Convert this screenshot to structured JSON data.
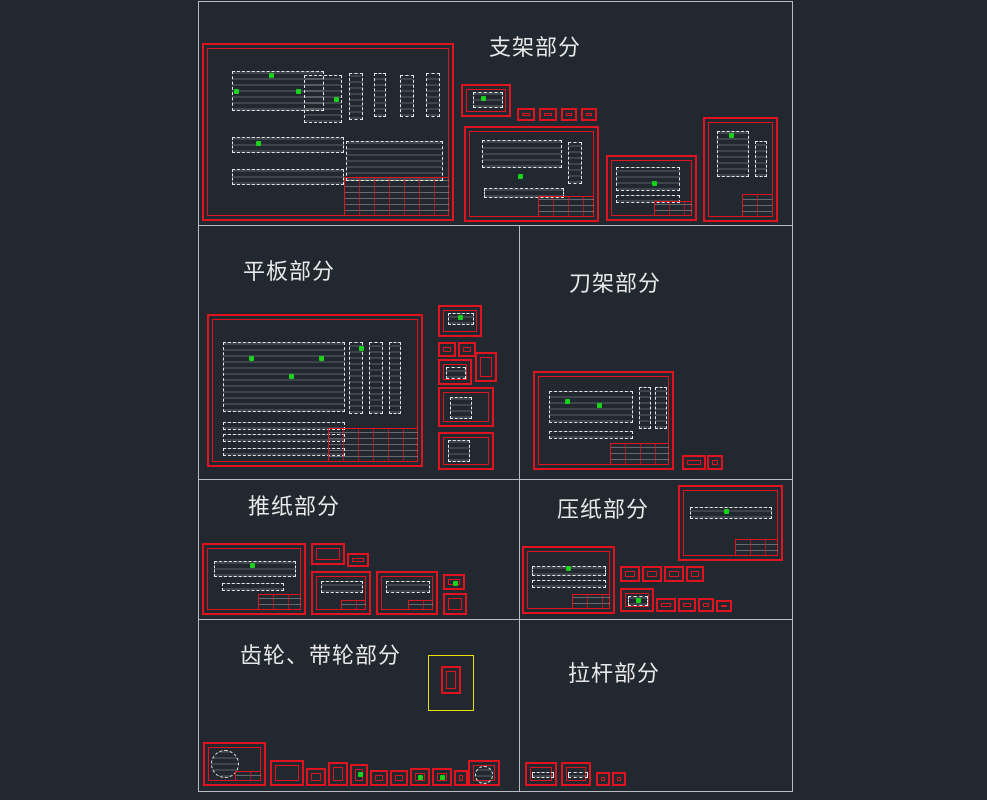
{
  "sections": {
    "support": {
      "title": "支架部分"
    },
    "plate": {
      "title": "平板部分"
    },
    "knife": {
      "title": "刀架部分"
    },
    "push": {
      "title": "推纸部分"
    },
    "press": {
      "title": "压纸部分"
    },
    "gear": {
      "title": "齿轮、带轮部分"
    },
    "rod": {
      "title": "拉杆部分"
    }
  },
  "colors": {
    "background": "#212830",
    "frame": "#b8bcc0",
    "sheet_border": "#e0141e",
    "geometry": "#e6e6e6",
    "highlight": "#19d219",
    "selection": "#e8e000"
  }
}
